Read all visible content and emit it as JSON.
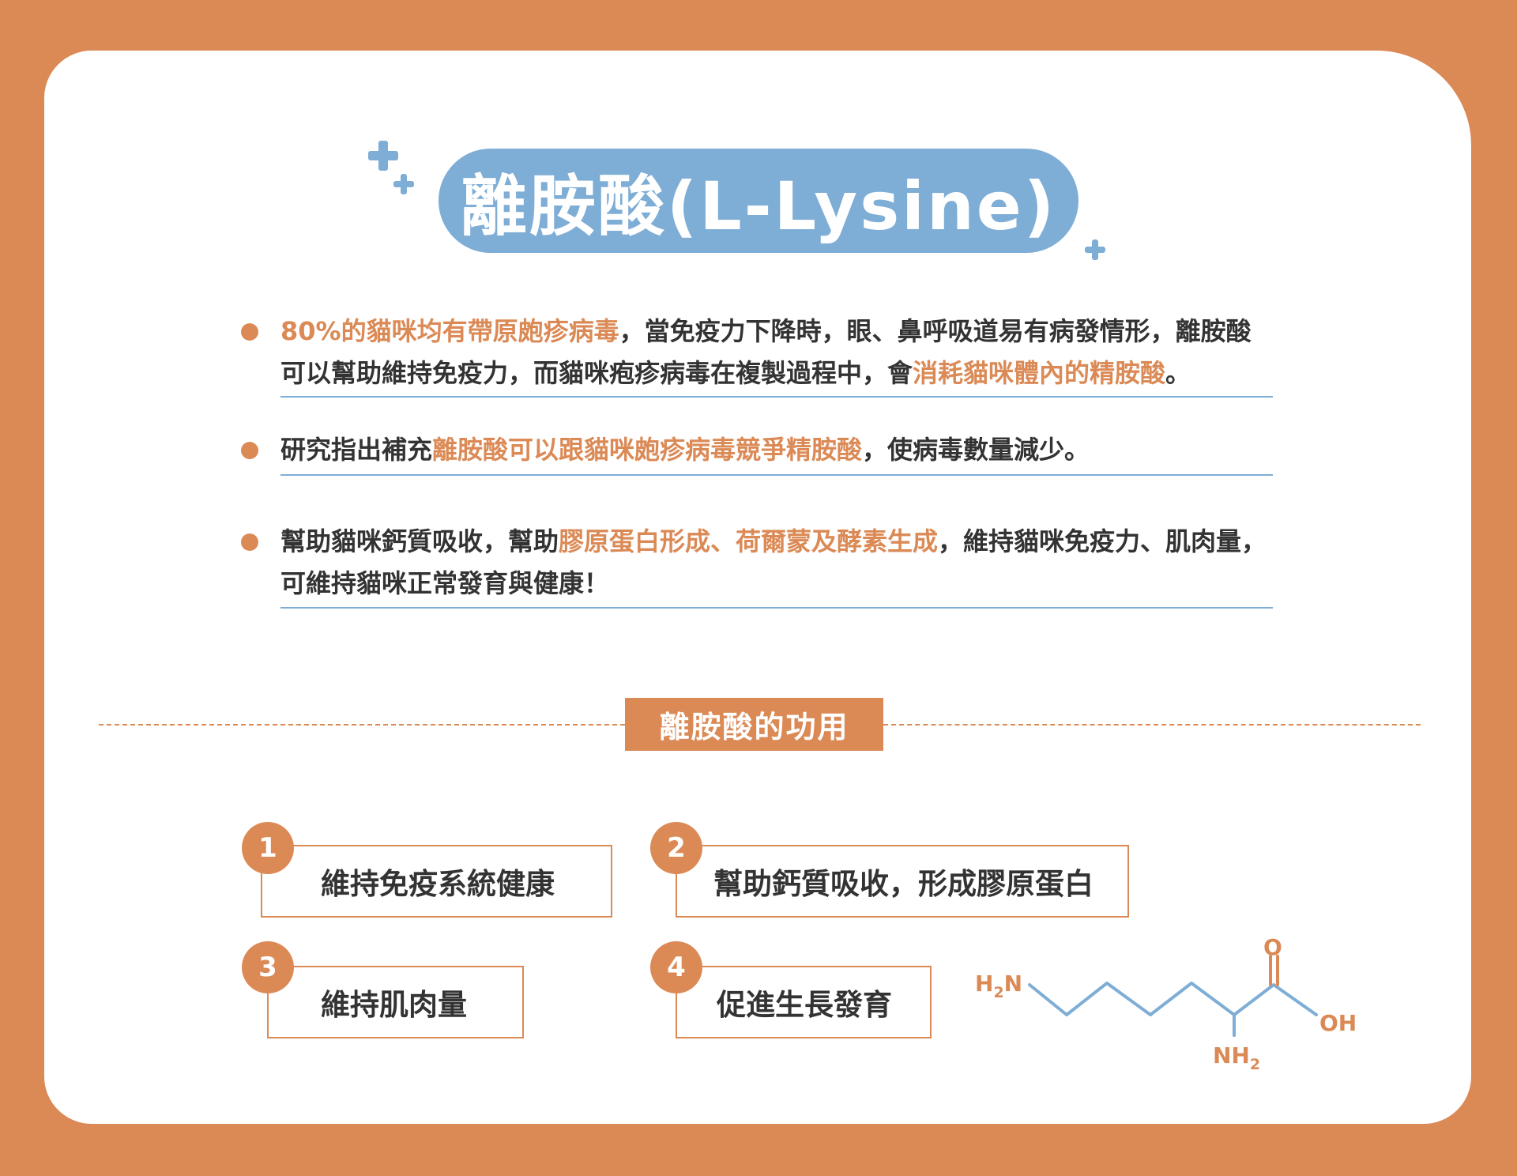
{
  "title": "離胺酸(L-Lysine)",
  "bullets": [
    {
      "parts": [
        {
          "text": "80%的貓咪均有帶原皰疹病毒",
          "hl": true
        },
        {
          "text": "，當免疫力下降時，眼、鼻呼吸道易有病發情形，離胺酸可以幫助維持免疫力，而貓咪疱疹病毒在複製過程中，會",
          "hl": false
        },
        {
          "text": "消耗貓咪體內的精胺酸",
          "hl": true
        },
        {
          "text": "。",
          "hl": false
        }
      ]
    },
    {
      "parts": [
        {
          "text": "研究指出補充",
          "hl": false
        },
        {
          "text": "離胺酸可以跟貓咪皰疹病毒競爭精胺酸",
          "hl": true
        },
        {
          "text": "，使病毒數量減少。",
          "hl": false
        }
      ]
    },
    {
      "parts": [
        {
          "text": "幫助貓咪鈣質吸收，幫助",
          "hl": false
        },
        {
          "text": "膠原蛋白形成、荷爾蒙及酵素生成",
          "hl": true
        },
        {
          "text": "，維持貓咪免疫力、肌肉量，可維持貓咪正常發育與健康！",
          "hl": false
        }
      ]
    }
  ],
  "section_title": "離胺酸的功用",
  "functions": [
    {
      "num": "1",
      "label": "維持免疫系統健康"
    },
    {
      "num": "2",
      "label": "幫助鈣質吸收，形成膠原蛋白"
    },
    {
      "num": "3",
      "label": "維持肌肉量"
    },
    {
      "num": "4",
      "label": "促進生長發育"
    }
  ],
  "molecule": {
    "h2n": "H",
    "h2n_sub": "2",
    "h2n_tail": "N",
    "o": "O",
    "oh": "OH",
    "nh2": "NH",
    "nh2_sub": "2"
  },
  "colors": {
    "orange": "#DB8A56",
    "blue": "#7EADD6",
    "text": "#333333"
  }
}
